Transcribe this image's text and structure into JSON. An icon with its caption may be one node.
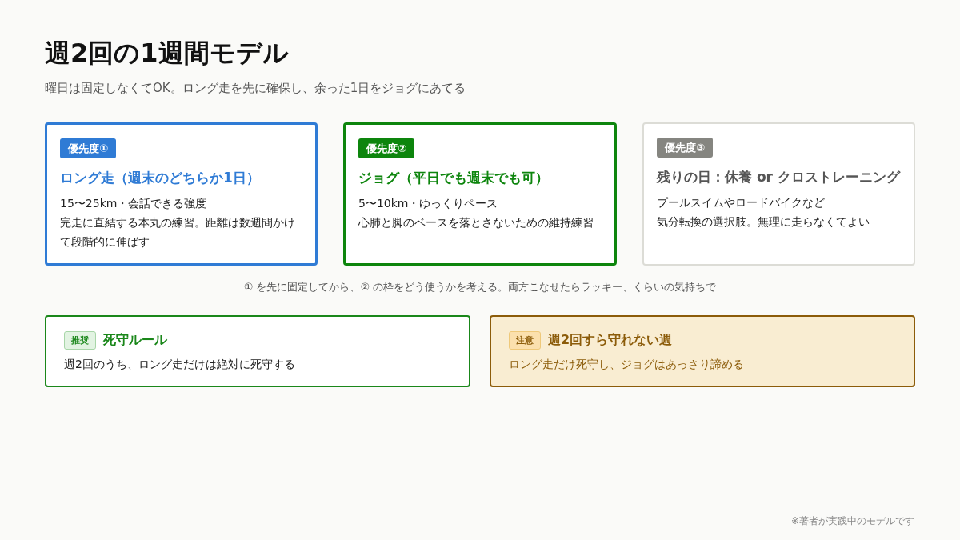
{
  "diagram": {
    "title": "週2回の1週間モデル",
    "nodes": [
      {
        "text": [
          "優先度①",
          "ロング走（週末のどちらか1日）",
          "15〜25km・会話できる強度",
          "完走に直結する本丸の練習。距離は数週間かけて段階的に伸ばす"
        ]
      },
      {
        "text": [
          "優先度②",
          "ジョグ（平日でも週末でも可）",
          "5〜10km・ゆっくりペース",
          "心肺と脚のベースを落とさないための維持練習"
        ]
      },
      {
        "text": [
          "優先度③",
          "残りの日：休養 or クロストレーニング",
          "プールスイムやロードバイクなど",
          "気分転換の選択肢。無理に走らなくてよい"
        ]
      },
      {
        "text": [
          "推奨",
          "死守ルール",
          "週2回のうち、ロング走だけは絶対に死守する"
        ]
      },
      {
        "text": [
          "注意",
          "週2回すら守れない週",
          "ロング走だけ死守し、ジョグはあっさり諦める"
        ]
      }
    ],
    "edges": [],
    "labels": [
      "曜日は固定しなくてOK。ロング走を先に確保し、余った1日をジョグにあてる",
      "① を先に固定してから、② の枠をどう使うかを考える。両方こなせたらラッキー、くらいの気持ちで"
    ],
    "caption": "※著者が実践中のモデルです"
  }
}
